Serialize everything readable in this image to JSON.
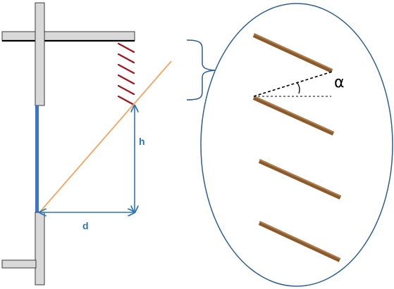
{
  "labels": {
    "h": "h",
    "d": "d",
    "alpha": "α"
  },
  "colors": {
    "frame_fill": "#d9d9d9",
    "frame_stroke": "#3a3a3a",
    "shelf": "#000000",
    "blue_segment": "#4472C4",
    "measure_lines": "#2E75B6",
    "sun_ray": "#F4A460",
    "hatch": "#A0151C",
    "bracket": "#2E5E8E",
    "ellipse": "#2E5E8E",
    "louver": "#8B5A2B",
    "louver_light": "#B5824F",
    "angle_lines": "#000000"
  }
}
